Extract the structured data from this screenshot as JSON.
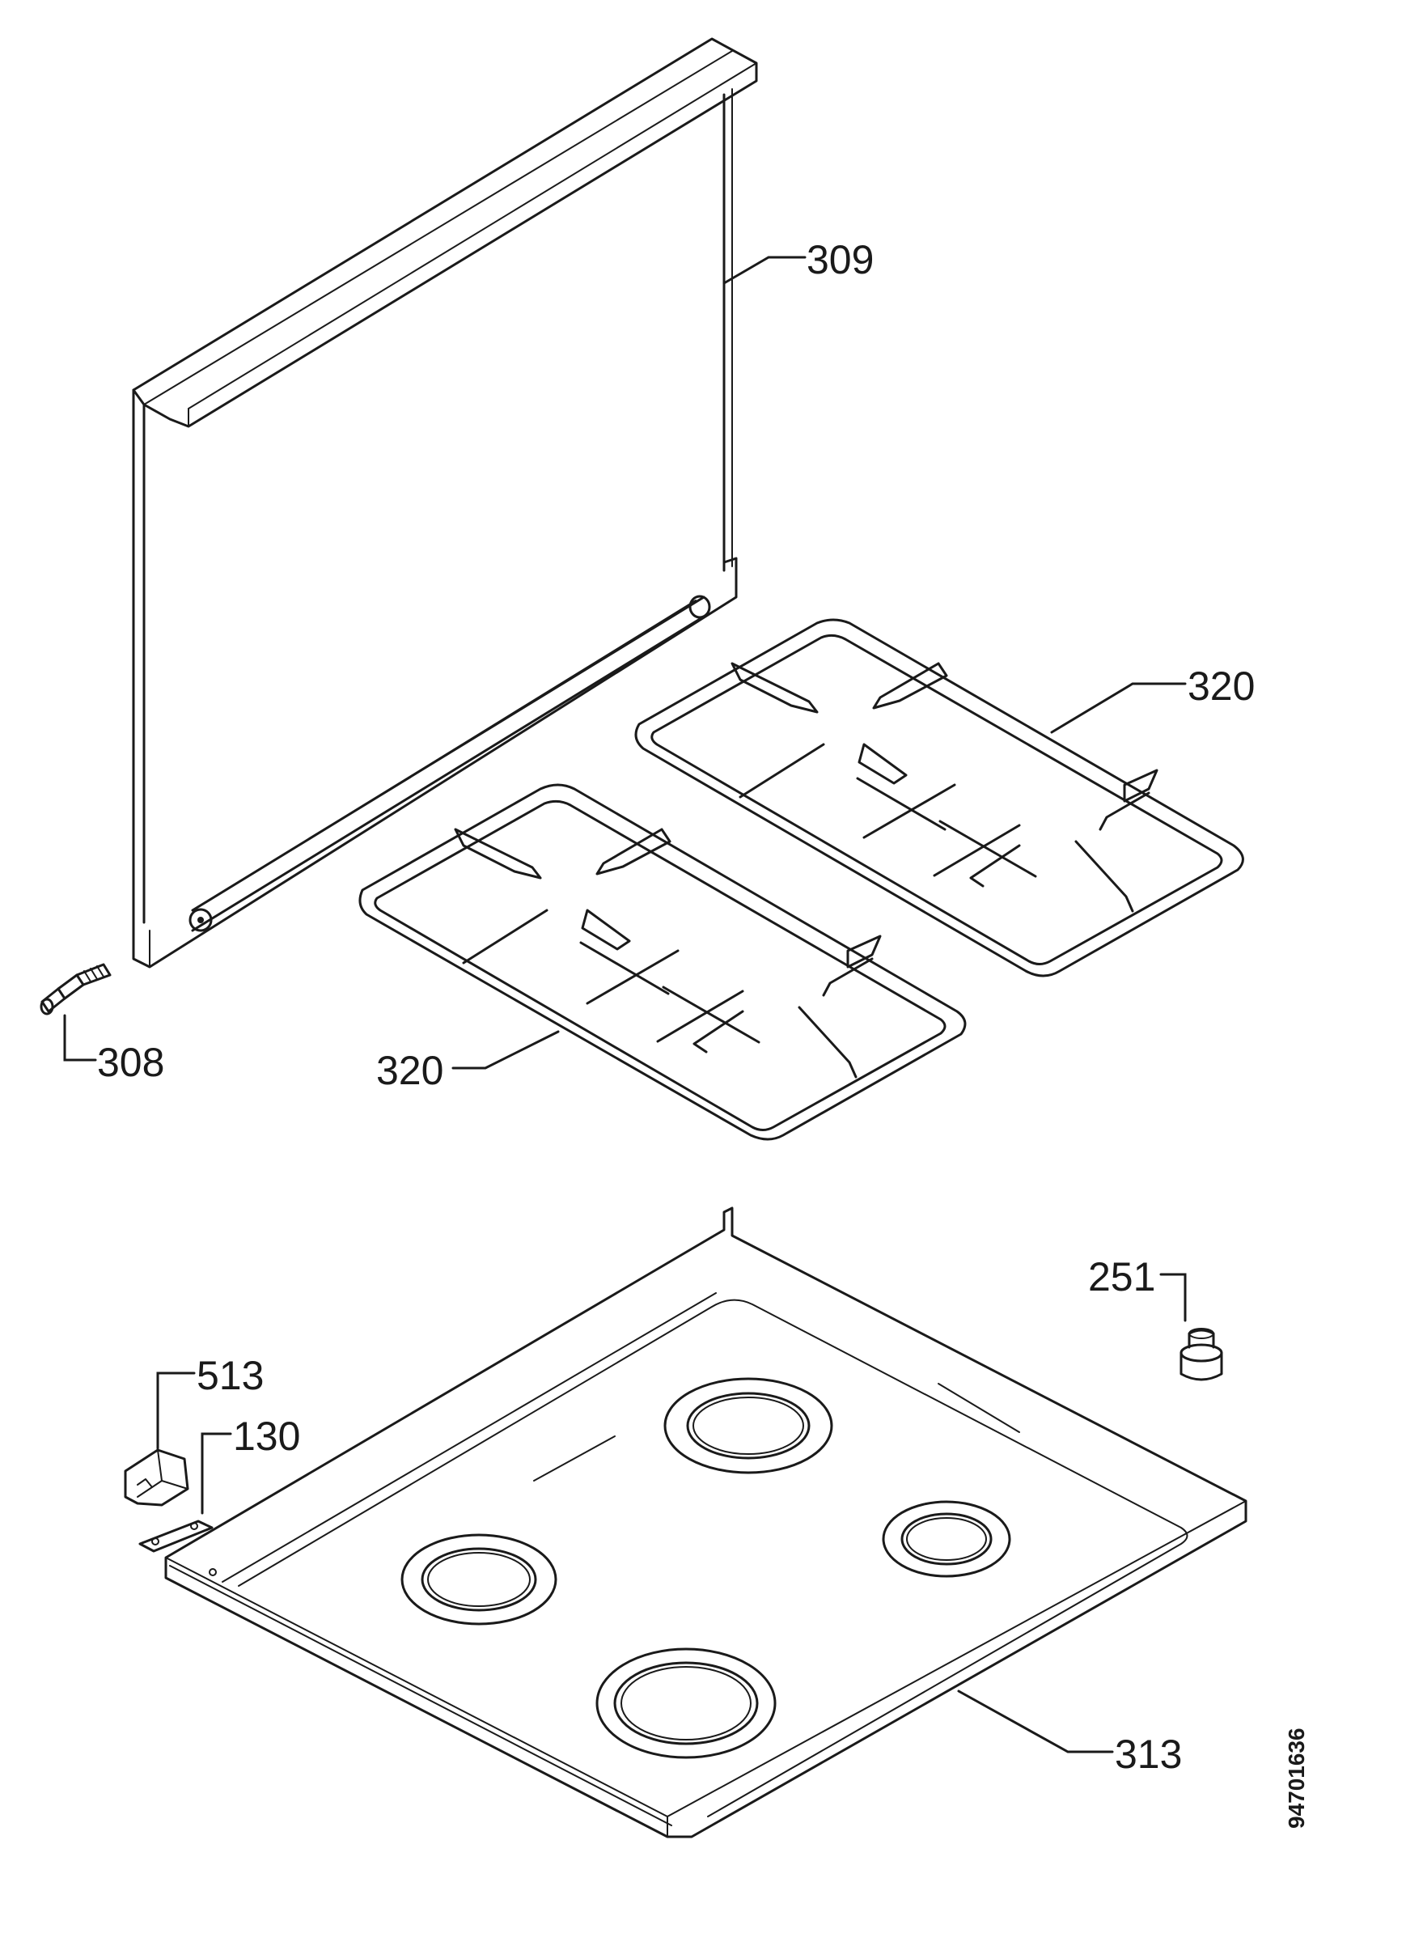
{
  "diagram": {
    "ink_color": "#1a1a1a",
    "background": "#ffffff"
  },
  "labels": {
    "p309": "309",
    "p308": "308",
    "p320_right": "320",
    "p320_left": "320",
    "p251": "251",
    "p513": "513",
    "p130": "130",
    "p313": "313"
  },
  "document_id": "94701636"
}
